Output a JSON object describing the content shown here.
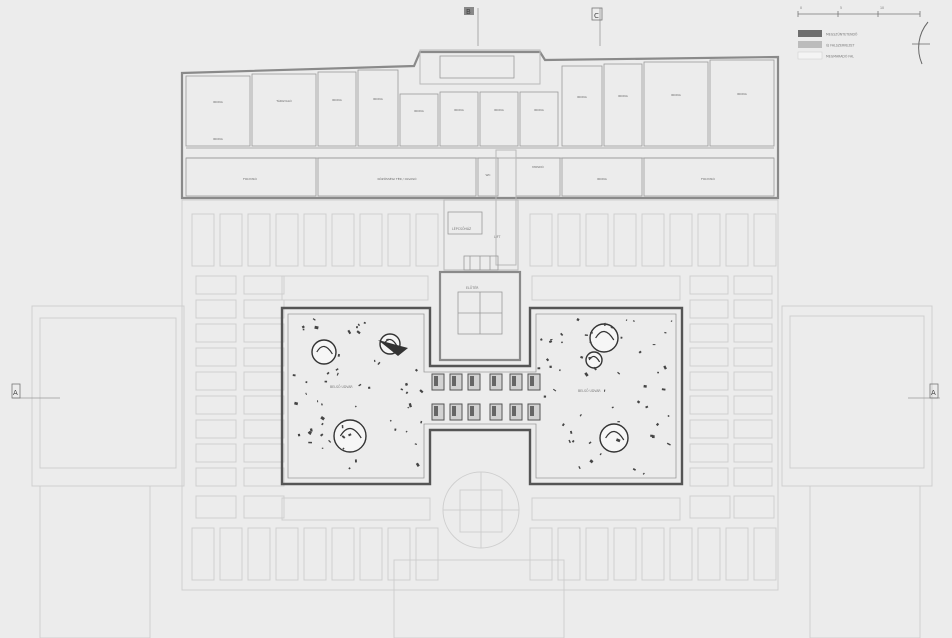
{
  "section_markers": {
    "top_left": "B",
    "top_right": "C",
    "left": "A",
    "right": "A"
  },
  "scale_bar": {
    "ticks": [
      "0",
      "5",
      "10"
    ]
  },
  "legend": {
    "items": [
      {
        "label": "MEGSZÜNTETENDŐ",
        "color": "#6e6e6e"
      },
      {
        "label": "ÚJ FALSZERKEZET",
        "color": "#bcbcbc"
      },
      {
        "label": "MEGMARADÓ FAL",
        "color": "#f4f4f4"
      }
    ]
  },
  "rooms_top": [
    {
      "label": "IRODA"
    },
    {
      "label": "TÁRGYALÓ"
    },
    {
      "label": "IRODA"
    },
    {
      "label": "IRODA"
    },
    {
      "label": "IRODA"
    },
    {
      "label": "IRODA"
    },
    {
      "label": "IRODA"
    },
    {
      "label": "IRODA"
    },
    {
      "label": "IRODA"
    },
    {
      "label": "IRODA"
    },
    {
      "label": "IRODA"
    },
    {
      "label": "IRODA"
    },
    {
      "label": "IRODA"
    }
  ],
  "rooms_bottom": [
    {
      "label": "FOLYOSÓ"
    },
    {
      "label": "KÖZÖSSÉGI TÉR / OLVASÓ"
    },
    {
      "label": "WC"
    },
    {
      "label": "MOSDÓ"
    },
    {
      "label": "IRODA"
    },
    {
      "label": "FOLYOSÓ"
    }
  ],
  "core": {
    "stair_label": "LÉPCSŐHÁZ",
    "lift_label": "LIFT",
    "lobby_label": "ELŐTÉR"
  },
  "courtyard": {
    "label_left": "BELSŐ UDVAR",
    "label_right": "BELSŐ UDVAR"
  }
}
